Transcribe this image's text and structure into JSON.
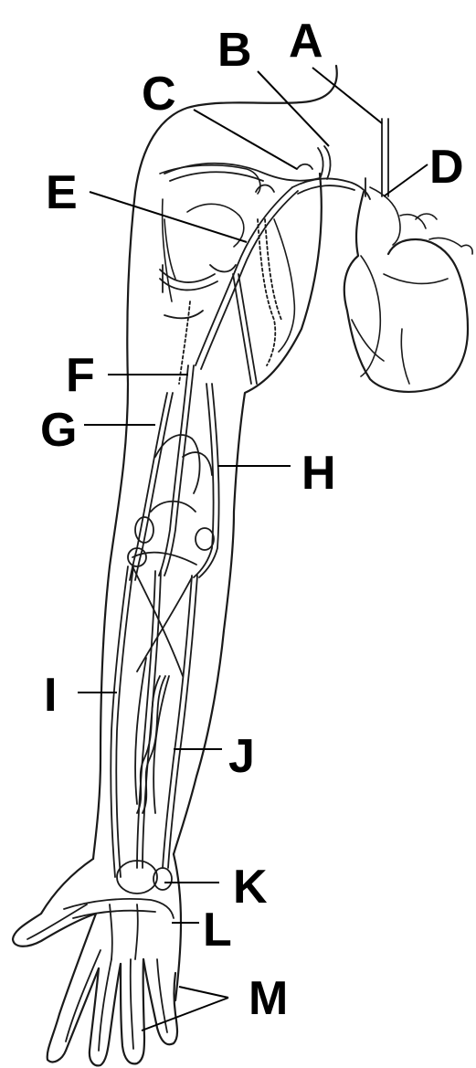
{
  "diagram": {
    "labels": [
      "A",
      "B",
      "C",
      "D",
      "E",
      "F",
      "G",
      "H",
      "I",
      "J",
      "K",
      "L",
      "M"
    ]
  },
  "colors": {
    "ink": "#1a1a1a",
    "background": "#ffffff"
  }
}
